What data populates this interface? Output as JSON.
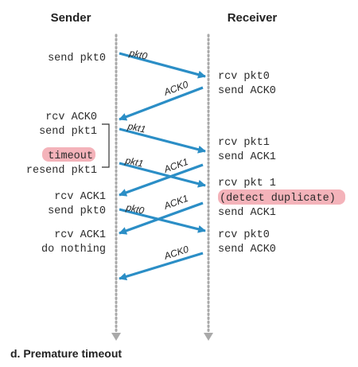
{
  "header": {
    "sender": "Sender",
    "receiver": "Receiver"
  },
  "sender_events": {
    "send_pkt0": "send pkt0",
    "rcv_ack0": "rcv ACK0",
    "send_pkt1": "send pkt1",
    "timeout": "timeout",
    "resend_pkt1": "resend pkt1",
    "rcv_ack1_a": "rcv ACK1",
    "send_pkt0_b": "send pkt0",
    "rcv_ack1_b": "rcv ACK1",
    "do_nothing": "do nothing"
  },
  "receiver_events": {
    "rcv_pkt0_a": "rcv pkt0",
    "send_ack0_a": "send ACK0",
    "rcv_pkt1_a": "rcv pkt1",
    "send_ack1_a": "send ACK1",
    "rcv_pkt1_b": "rcv pkt 1",
    "detect_duplicate": "(detect duplicate)",
    "send_ack1_b": "send ACK1",
    "rcv_pkt0_b": "rcv pkt0",
    "send_ack0_b": "send ACK0"
  },
  "messages": {
    "pkt0_a": "pkt0",
    "ack0_a": "ACK0",
    "pkt1_a": "pkt1",
    "pkt1_b": "pkt1",
    "ack1_a": "ACK1",
    "pkt0_b": "pkt0",
    "ack1_b": "ACK1",
    "ack0_b": "ACK0"
  },
  "caption": "d. Premature timeout",
  "colors": {
    "arrow": "#2b8ec6",
    "highlight": "#f4b3ba",
    "timeline": "#a9a9a9"
  }
}
